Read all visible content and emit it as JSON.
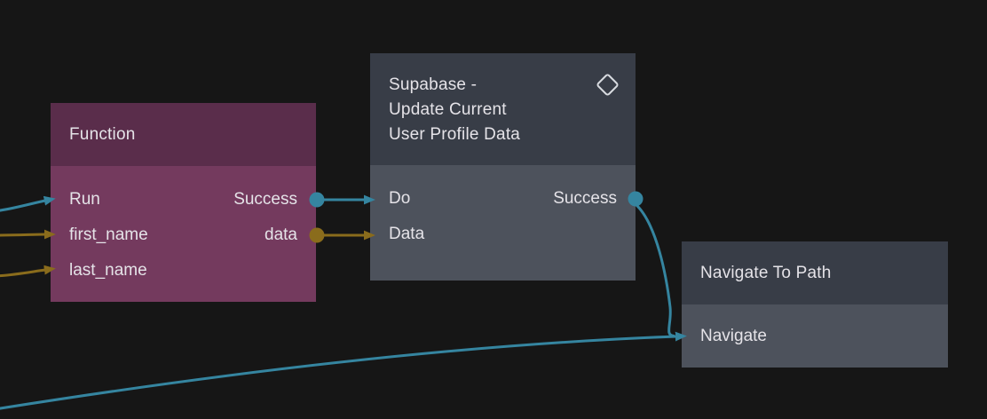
{
  "colors": {
    "background": "#161616",
    "teal": "#3585a0",
    "olive": "#8a6c1c",
    "function_header": "#5a2d4b",
    "function_body": "#743a5e",
    "slate_header": "#383d47",
    "slate_body": "#4d525c",
    "text_light": "#e5e3e8"
  },
  "nodes": {
    "function": {
      "title": "Function",
      "rows": [
        {
          "in": "Run",
          "out": "Success"
        },
        {
          "in": "first_name",
          "out": "data"
        },
        {
          "in": "last_name",
          "out": ""
        }
      ]
    },
    "supabase": {
      "title": "Supabase -\nUpdate Current\nUser Profile Data",
      "icon": "diamond-icon",
      "rows": [
        {
          "in": "Do",
          "out": "Success"
        },
        {
          "in": "Data",
          "out": ""
        }
      ]
    },
    "navigate": {
      "title": "Navigate To Path",
      "rows": [
        {
          "in": "Navigate",
          "out": ""
        }
      ]
    }
  },
  "connections": [
    {
      "from": "offscreen-left",
      "to": "Function.Run",
      "type": "signal"
    },
    {
      "from": "offscreen-left",
      "to": "Function.first_name",
      "type": "data"
    },
    {
      "from": "offscreen-left",
      "to": "Function.last_name",
      "type": "data"
    },
    {
      "from": "Function.Success",
      "to": "Supabase - Update Current User Profile Data.Do",
      "type": "signal"
    },
    {
      "from": "Function.data",
      "to": "Supabase - Update Current User Profile Data.Data",
      "type": "data"
    },
    {
      "from": "Supabase - Update Current User Profile Data.Success",
      "to": "Navigate To Path.Navigate",
      "type": "signal"
    },
    {
      "from": "offscreen-bottom-left",
      "to": "Navigate To Path.Navigate",
      "type": "signal"
    }
  ]
}
